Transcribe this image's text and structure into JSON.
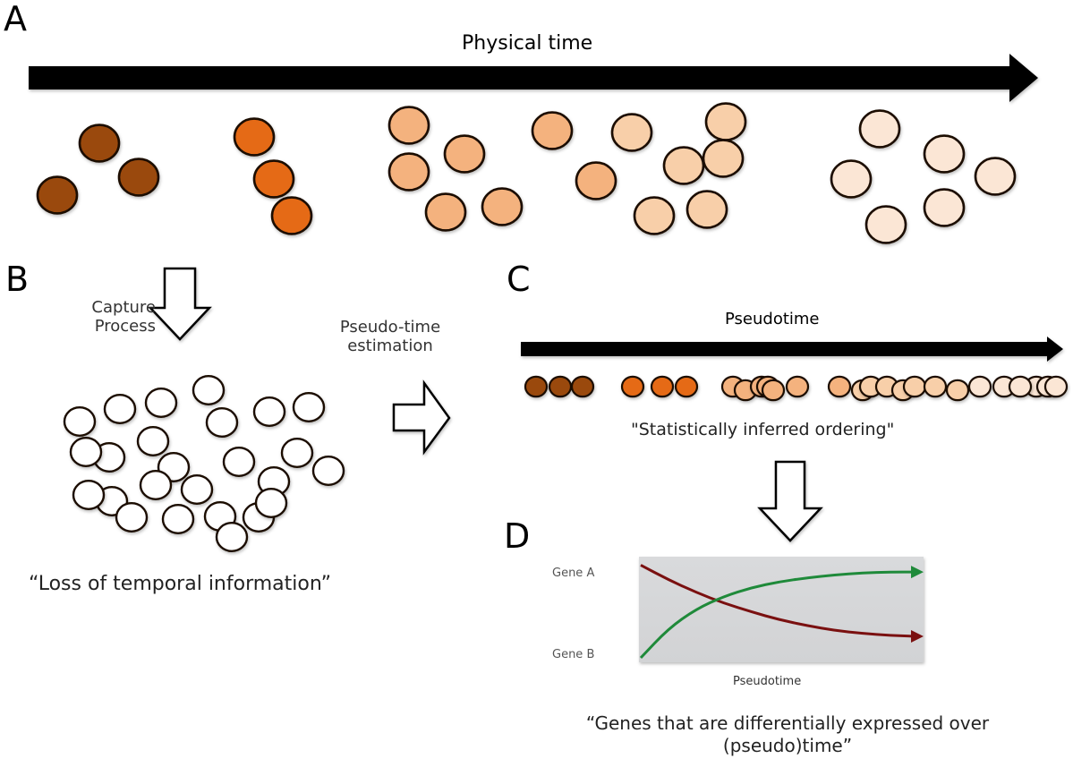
{
  "panels": {
    "A": {
      "letter": "A",
      "axis_label": "Physical time",
      "groups": [
        {
          "stage": 1,
          "color": "#9a4a0c",
          "cell_count": 3
        },
        {
          "stage": 2,
          "color": "#e56b14",
          "cell_count": 3
        },
        {
          "stage": 3,
          "color": "#f4b27e",
          "cell_count": 7
        },
        {
          "stage": 4,
          "color": "#f8cfa9",
          "cell_count": 6
        },
        {
          "stage": 5,
          "color": "#fbe6d5",
          "cell_count": 6
        }
      ]
    },
    "B": {
      "letter": "B",
      "arrow_label_line1": "Capture",
      "arrow_label_line2": "Process",
      "unlabeled_cell_count": 25,
      "caption": "“Loss of temporal information”"
    },
    "transition": {
      "label_line1": "Pseudo-time",
      "label_line2": "estimation"
    },
    "C": {
      "letter": "C",
      "axis_label": "Pseudotime",
      "caption": "\"Statistically inferred ordering\"",
      "ordered_cells": [
        "#9a4a0c",
        "#9a4a0c",
        "#9a4a0c",
        "#e56b14",
        "#e56b14",
        "#e56b14",
        "#f4b27e",
        "#f4b27e",
        "#f4b27e",
        "#f4b27e",
        "#f4b27e",
        "#f4b27e",
        "#f4b27e",
        "#f8cfa9",
        "#f8cfa9",
        "#f8cfa9",
        "#f8cfa9",
        "#f8cfa9",
        "#f8cfa9",
        "#f8cfa9",
        "#fbe6d5",
        "#fbe6d5",
        "#fbe6d5",
        "#fbe6d5",
        "#fbe6d5",
        "#fbe6d5"
      ]
    },
    "D": {
      "letter": "D",
      "caption_line1": "“Genes that are differentially expressed over",
      "caption_line2": "(pseudo)time”"
    }
  },
  "chart_data": {
    "type": "line",
    "title": "",
    "xlabel": "Pseudotime",
    "ylabel": "",
    "y_tick_labels": [
      "Gene A",
      "Gene B"
    ],
    "background": "#d9dadc",
    "xlim": [
      0,
      1
    ],
    "ylim": [
      0,
      1
    ],
    "series": [
      {
        "name": "Gene A (decreasing)",
        "color": "#7a1010",
        "x": [
          0,
          0.1,
          0.2,
          0.3,
          0.4,
          0.5,
          0.6,
          0.7,
          0.8,
          0.9,
          1.0
        ],
        "y": [
          0.95,
          0.8,
          0.67,
          0.56,
          0.47,
          0.39,
          0.33,
          0.28,
          0.25,
          0.23,
          0.22
        ]
      },
      {
        "name": "Gene B (increasing)",
        "color": "#1f8a3a",
        "x": [
          0,
          0.1,
          0.2,
          0.3,
          0.4,
          0.5,
          0.6,
          0.7,
          0.8,
          0.9,
          1.0
        ],
        "y": [
          0.0,
          0.3,
          0.5,
          0.63,
          0.72,
          0.78,
          0.82,
          0.85,
          0.87,
          0.88,
          0.88
        ]
      }
    ]
  }
}
